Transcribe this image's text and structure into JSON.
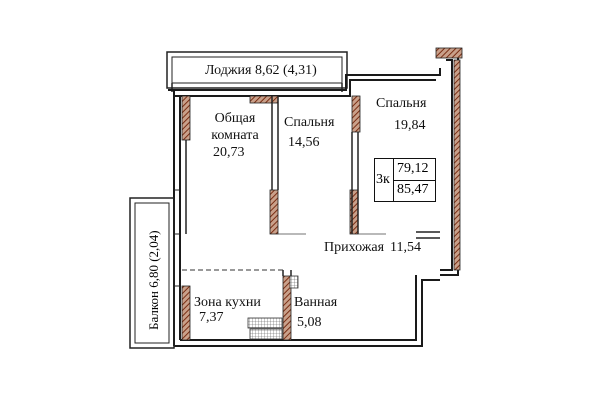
{
  "plan": {
    "rooms": [
      {
        "id": "loggia",
        "label": "Лоджия 8,62 (4,31)"
      },
      {
        "id": "living",
        "label_line1": "Общая",
        "label_line2": "комната",
        "area": "20,73"
      },
      {
        "id": "bedroom-middle",
        "label": "Спальня",
        "area": "14,56"
      },
      {
        "id": "bedroom-right",
        "label": "Спальня",
        "area": "19,84"
      },
      {
        "id": "hallway",
        "label": "Прихожая",
        "area": "11,54"
      },
      {
        "id": "kitchen",
        "label": "Зона кухни",
        "area": "7,37"
      },
      {
        "id": "bathroom",
        "label": "Ванная",
        "area": "5,08"
      },
      {
        "id": "balcony",
        "label": "Балкон 6,80 (2,04)"
      }
    ],
    "summary": {
      "rooms": "3к",
      "total_area": "79,12",
      "living_area": "85,47"
    }
  },
  "colors": {
    "wall": "#1a1a1a",
    "hatch": "#8b3a1f",
    "fill": "#ffffff"
  }
}
